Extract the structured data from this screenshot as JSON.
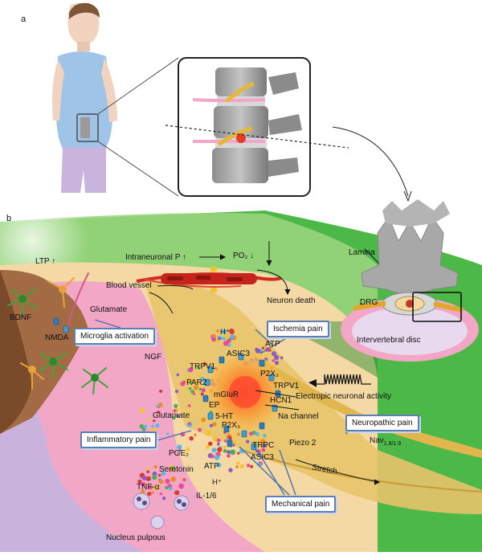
{
  "panels": {
    "a": "a",
    "b": "b"
  },
  "boxes": {
    "microglia": "Microglia activation",
    "ischemia": "Ischemia pain",
    "inflammatory": "Inflammatory pain",
    "neuropathic": "Neuropathic pain",
    "mechanical": "Mechanical pain"
  },
  "labels": {
    "ltp": "LTP ↑",
    "intraneuronal": "Intraneuronal P ↑",
    "po2": "PO₂ ↓",
    "blood_vessel": "Blood vessel",
    "neuron_death": "Neuron death",
    "glutamate_top": "Glutamate",
    "bdnf": "BDNF",
    "nmda": "NMDA",
    "h_top": "H⁺",
    "atp_top": "ATP",
    "asic3_top": "ASIC3",
    "ngf": "NGF",
    "trpv1_left": "TRPV1",
    "p2x3_top": "P2X₃",
    "trpv1_right": "TRPV1",
    "par2": "PAR2",
    "mglur": "mGluR",
    "hcn1": "HCN1",
    "ep": "EP",
    "electropic": "Electropic neuronal activity",
    "glutamate_mid": "Glutamate",
    "ht5": "5-HT",
    "na_channel": "Na channel",
    "p2x3_mid": "P2X₃",
    "trpc": "TRPC",
    "piezo2": "Piezo 2",
    "pge2": "PGE₂",
    "serotonin": "Serotonin",
    "atp_bottom": "ATP",
    "asic3_bottom": "ASIC3",
    "h_bottom": "H⁺",
    "tnf": "TNF-α",
    "il16": "IL-1/6",
    "nucleus": "Nucleus pulpous",
    "stretch": "Stretch",
    "lamina": "Lamina",
    "drg": "DRG",
    "disc": "Intervertebral disc",
    "nav": "Nav",
    "nav_sub": "1.8/1.9"
  },
  "colors": {
    "green": "#4cb847",
    "green_dark": "#2f8f34",
    "pink": "#f2a7c6",
    "purple": "#c9b3dd",
    "nerve": "#e6c978",
    "vessel": "#c5241d",
    "box_border": "#5b7fb5"
  }
}
